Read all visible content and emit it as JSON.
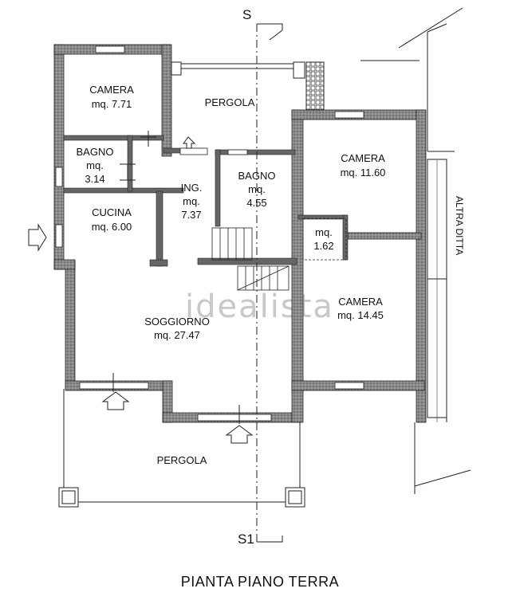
{
  "caption": "PIANTA PIANO TERRA",
  "section_top": "S",
  "section_bottom": "S1",
  "watermark": "idealista",
  "neighbor": "ALTRA DITTA",
  "rooms": {
    "camera_1": {
      "name": "CAMERA",
      "area": "mq. 7.71"
    },
    "pergola_top": {
      "name": "PERGOLA"
    },
    "bagno_1": {
      "name": "BAGNO",
      "area_a": "mq.",
      "area_b": "3.14"
    },
    "ingresso": {
      "name": "ING.",
      "area_a": "mq.",
      "area_b": "7.37"
    },
    "bagno_2": {
      "name": "BAGNO",
      "area_a": "mq.",
      "area_b": "4.55"
    },
    "camera_2": {
      "name": "CAMERA",
      "area": "mq. 11.60"
    },
    "cucina": {
      "name": "CUCINA",
      "area": "mq. 6.00"
    },
    "ripostiglio": {
      "area_a": "mq.",
      "area_b": "1.62"
    },
    "soggiorno": {
      "name": "SOGGIORNO",
      "area": "mq. 27.47"
    },
    "camera_3": {
      "name": "CAMERA",
      "area": "mq. 14.45"
    },
    "pergola_bottom": {
      "name": "PERGOLA"
    }
  }
}
